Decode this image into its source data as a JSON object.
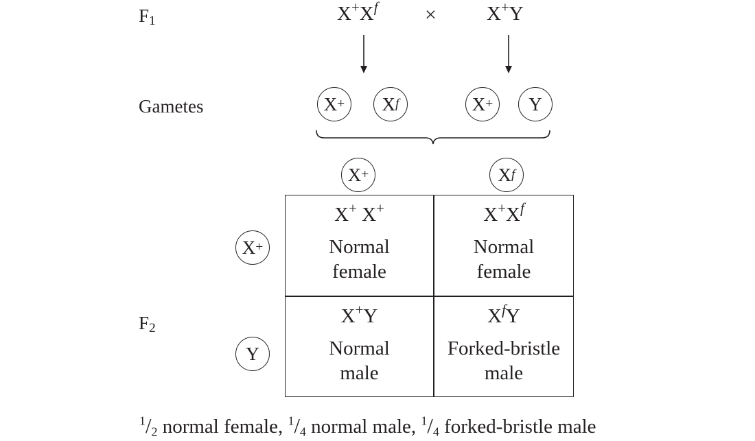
{
  "generations": {
    "f1": {
      "letter": "F",
      "number": "1"
    },
    "f2": {
      "letter": "F",
      "number": "2"
    }
  },
  "row_labels": {
    "gametes": "Gametes"
  },
  "cross": {
    "symbol": "×",
    "female": {
      "base1": "X",
      "sup1": "+",
      "base2": "X",
      "sup2": "f"
    },
    "male": {
      "base1": "X",
      "sup1": "+",
      "base2": "Y"
    }
  },
  "gametes": [
    {
      "base": "X",
      "sup": "+"
    },
    {
      "base": "X",
      "sup": "f"
    },
    {
      "base": "X",
      "sup": "+"
    },
    {
      "base": "Y"
    }
  ],
  "punnett": {
    "columns": [
      {
        "base": "X",
        "sup": "+"
      },
      {
        "base": "X",
        "sup": "f"
      }
    ],
    "rows": [
      {
        "base": "X",
        "sup": "+"
      },
      {
        "base": "Y"
      }
    ],
    "cells": [
      {
        "genotype": {
          "a": "X",
          "a_sup": "+",
          "b": "X",
          "b_sup": "+"
        },
        "phenotype_line1": "Normal",
        "phenotype_line2": "female"
      },
      {
        "genotype": {
          "a": "X",
          "a_sup": "+",
          "b": "X",
          "b_sup": "f"
        },
        "phenotype_line1": "Normal",
        "phenotype_line2": "female"
      },
      {
        "genotype": {
          "a": "X",
          "a_sup": "+",
          "b": "Y"
        },
        "phenotype_line1": "Normal",
        "phenotype_line2": "male"
      },
      {
        "genotype": {
          "a": "X",
          "a_sup": "f",
          "b": "Y"
        },
        "phenotype_line1": "Forked-bristle",
        "phenotype_line2": "male"
      }
    ]
  },
  "summary": [
    {
      "num": "1",
      "den": "2",
      "text": " normal female, "
    },
    {
      "num": "1",
      "den": "4",
      "text": " normal male, "
    },
    {
      "num": "1",
      "den": "4",
      "text": " forked-bristle male"
    }
  ]
}
